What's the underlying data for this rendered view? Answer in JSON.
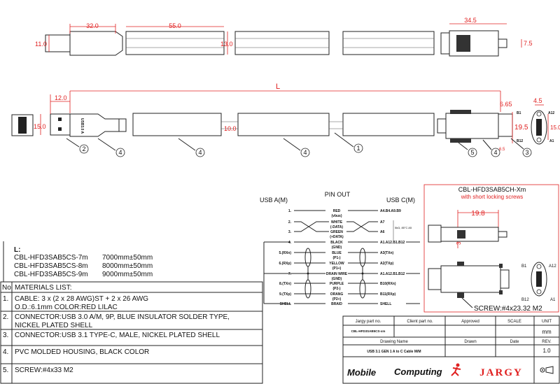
{
  "top_view": {
    "dims": {
      "plug_len": "32.0",
      "segment_len": "55.0",
      "plug_height": "11.0",
      "segment_height": "13.0",
      "c_len": "34.5",
      "c_tongue": "7.5"
    }
  },
  "side_view": {
    "length_label": "L",
    "dims": {
      "a_plug": "12.0",
      "a_height": "15.0",
      "cable_od": "10.0",
      "c_tip": "6.65",
      "c_height": "19.5",
      "c_screw": "6.5",
      "c_pitch": "4.5",
      "c_front_h": "15.0"
    },
    "usb_a_text": "USB3.0 A",
    "front_pins": [
      "B1",
      "A12",
      "B12",
      "A1"
    ],
    "callouts": [
      "2",
      "4",
      "4",
      "4",
      "1",
      "5",
      "4",
      "3"
    ]
  },
  "pinout": {
    "title": "PIN OUT",
    "left_header": "USB A(M)",
    "right_header": "USB C(M)",
    "rows": [
      {
        "left": "1.",
        "center": "RED",
        "right": "A4.B4.A9.B9",
        "sub": "(vbus)"
      },
      {
        "left": "2.",
        "center": "WHITE",
        "right": "A7",
        "sub": "(-DATA)"
      },
      {
        "left": "3.",
        "center": "GREEN",
        "right": "A6",
        "sub": "(+DATA)"
      },
      {
        "left": "4.",
        "center": "BLACK",
        "right": "A1.A12.B1.B12",
        "sub": "(GND)"
      },
      {
        "left": "5.(RXn)",
        "center": "BLUE",
        "right": "A3(TXn)",
        "sub": "(P1-)"
      },
      {
        "left": "6.(RXp)",
        "center": "YELLOW",
        "right": "A2(TXp)",
        "sub": "(P1+)"
      },
      {
        "left": "7.",
        "center": "DRAIN WIRE",
        "right": "A1.A12.B1.B12",
        "sub": "(GND)"
      },
      {
        "left": "8.(TXn)",
        "center": "PURPLE",
        "right": "B10(RXn)",
        "sub": "(P2-)"
      },
      {
        "left": "9.(TXp)",
        "center": "ORANG",
        "right": "B11(RXp)",
        "sub": "(P2+)"
      },
      {
        "left": "SHELL",
        "center": "BRAID",
        "right": "SHELL",
        "sub": ""
      }
    ],
    "resistor_note": "5kΩ, 85°C A5"
  },
  "variant": {
    "title": "CBL-HFD3SAB5CH-Xm",
    "subtitle": "with short locking screws",
    "dim_len": "19.8",
    "dim_screw": "3.2",
    "pins": [
      "B1",
      "A12",
      "B12",
      "A1"
    ],
    "screw_note": "SCREW:#4x23.32 M2"
  },
  "lengths": {
    "label": "L:",
    "items": [
      {
        "part": "CBL-HFD3SAB5CS-7m",
        "len": "7000mm±50mm"
      },
      {
        "part": "CBL-HFD3SAB5CS-8m",
        "len": "8000mm±50mm"
      },
      {
        "part": "CBL-HFD3SAB5CS-9m",
        "len": "9000mm±50mm"
      }
    ]
  },
  "materials": {
    "no_header": "No",
    "header": "MATERIALS LIST:",
    "items": [
      {
        "no": "1.",
        "line1": "CABLE: 3 x (2 x 28 AWG)ST + 2 x 26 AWG",
        "line2": "O.D.:6.1mm COLOR:RED LILAC"
      },
      {
        "no": "2.",
        "line1": "CONNECTOR:USB 3.0 A/M, 9P, BLUE INSULATOR SOLDER TYPE,",
        "line2": "NICKEL PLATED SHELL"
      },
      {
        "no": "3.",
        "line1": "CONNECTOR:USB 3.1 TYPE-C, MALE, NICKEL PLATED SHELL",
        "line2": ""
      },
      {
        "no": "4.",
        "line1": "PVC MOLDED HOUSING, BLACK COLOR",
        "line2": ""
      },
      {
        "no": "5.",
        "line1": "SCREW:#4x33 M2",
        "line2": ""
      }
    ]
  },
  "title_block": {
    "h_jargy_part": "Jargy part no.",
    "h_client_part": "Client part no.",
    "h_approved": "Approved",
    "h_scale": "SCALE",
    "h_unit": "UNIT",
    "jargy_part": "CBL-HFD3SAB5CS-xm",
    "unit": "mm",
    "h_drawing_name": "Drawing Name",
    "h_drawn": "Drawn",
    "h_date": "Date",
    "h_rev": "REV.",
    "drawing_name": "USB 3.1 GEN 1 A to C Cable M/M",
    "rev": "1.0",
    "logo_mobile": "Mobile",
    "logo_computing": "Computing",
    "logo_jargy": "JARGY",
    "colors": {
      "red": "#e02020",
      "line": "#222222"
    }
  }
}
